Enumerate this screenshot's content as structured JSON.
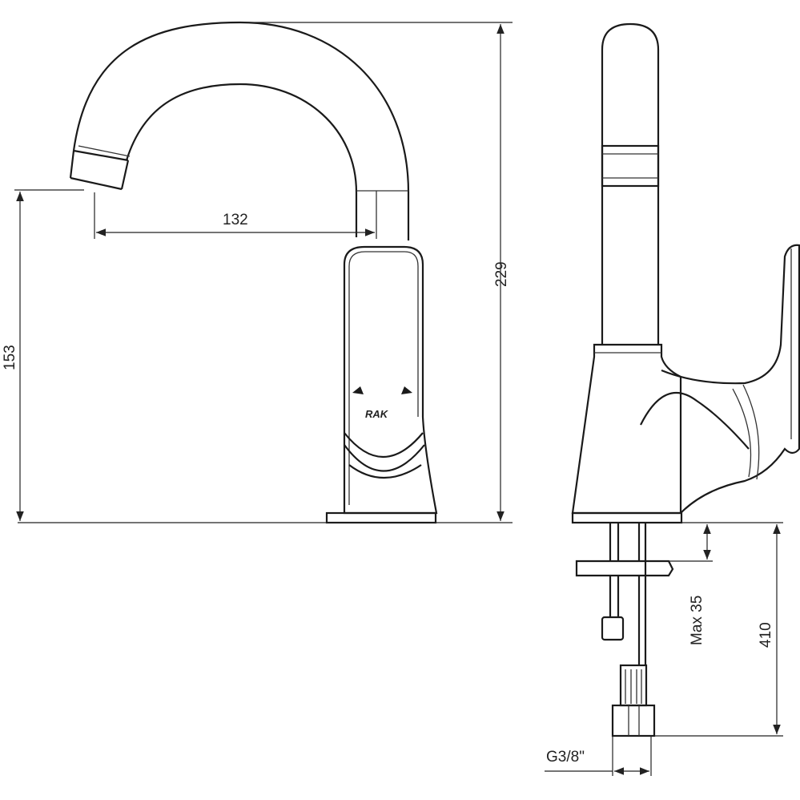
{
  "title": "Faucet technical drawing",
  "dimensions": {
    "spout_reach": "132",
    "total_height": "229",
    "spout_height": "153",
    "max_counter_thickness": "Max 35",
    "hose_length": "410",
    "thread": "G3/8\""
  },
  "logo_text": "RAK",
  "colors": {
    "line": "#1a1a1a",
    "background": "#ffffff"
  }
}
